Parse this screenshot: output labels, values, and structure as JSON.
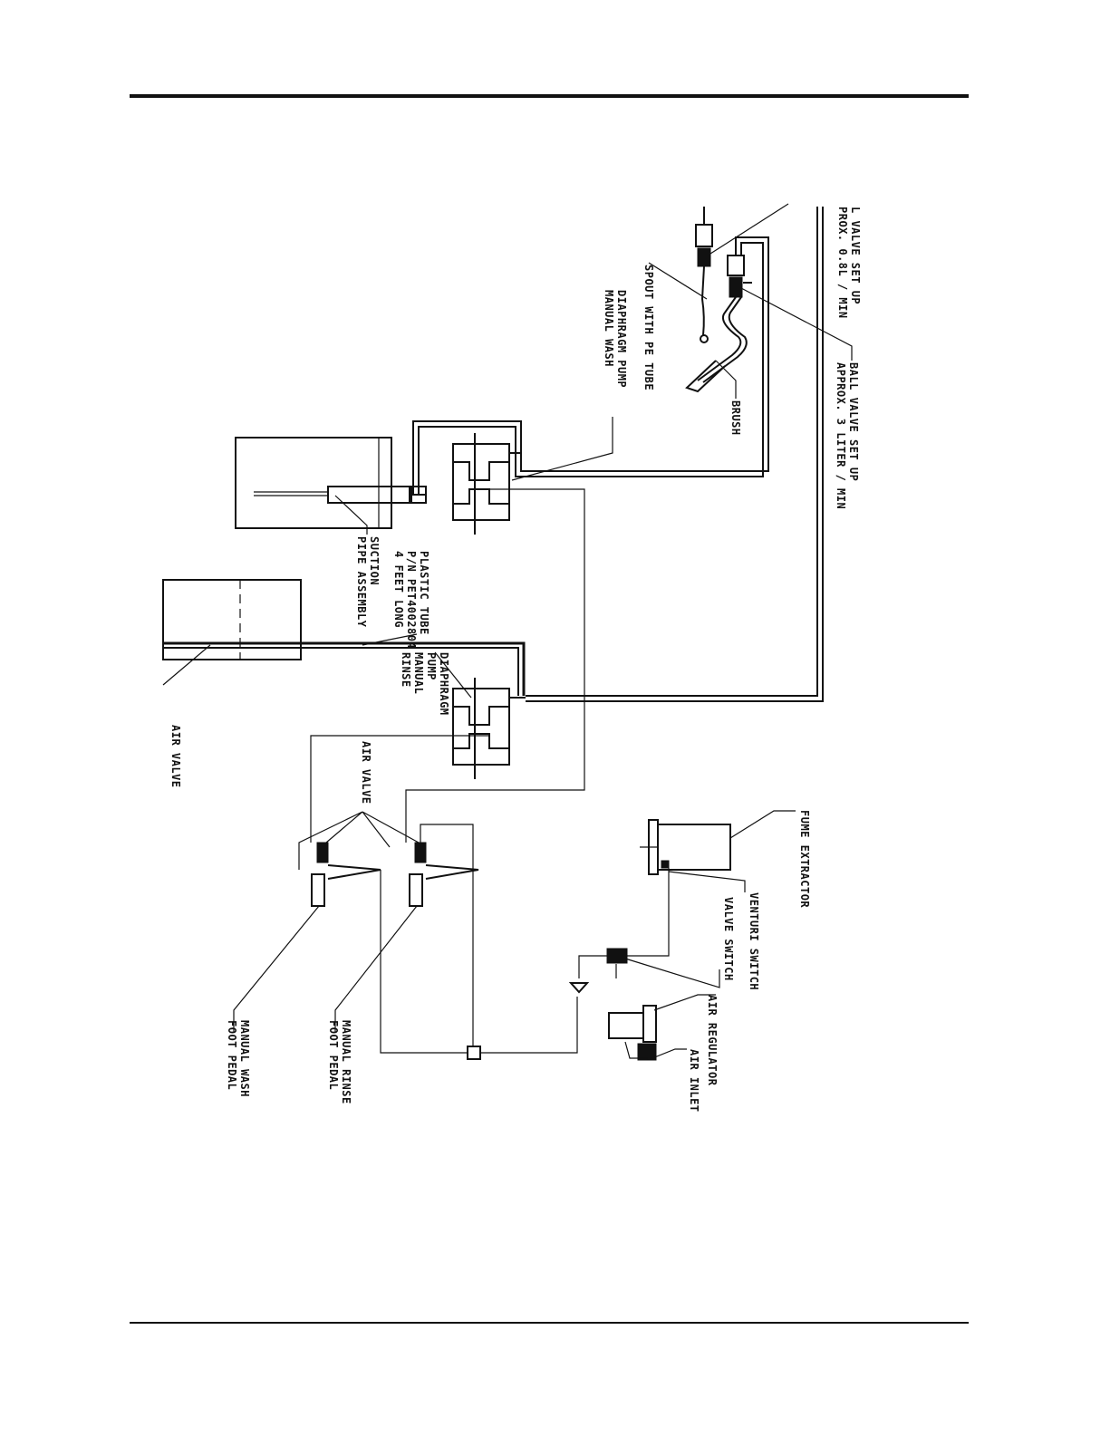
{
  "labels": {
    "ball_valve_top_1": "L VALVE SET UP",
    "ball_valve_top_2": "PROX. 0.8L / MIN",
    "ball_valve_1": "BALL VALVE SET UP",
    "ball_valve_2": "APPROX. 3 LITER / MIN",
    "spout": "SPOUT WITH PE TUBE",
    "brush": "BRUSH",
    "wash_pump_1": "DIAPHRAGM PUMP",
    "wash_pump_2": "MANUAL WASH",
    "suction_1": "SUCTION",
    "suction_2": "PIPE ASSEMBLY",
    "plastic_tube_1": "PLASTIC TUBE",
    "plastic_tube_2": "P/N PET4002804",
    "plastic_tube_3": "4 FEET LONG",
    "rinse_pump_1": "DIAPHRAGM",
    "rinse_pump_2": "PUMP",
    "rinse_pump_3": "MANUAL",
    "rinse_pump_4": "RINSE",
    "air_valve_left": "AIR VALVE",
    "air_valve_mid": "AIR VALVE",
    "fume_extractor": "FUME EXTRACTOR",
    "venturi_switch": "VENTURI SWITCH",
    "valve_switch": "VALVE SWITCH",
    "air_regulator": "AIR REGULATOR",
    "air_inlet": "AIR INLET",
    "wash_pedal_1": "MANUAL WASH",
    "wash_pedal_2": "FOOT PEDAL",
    "rinse_pedal_1": "MANUAL RINSE",
    "rinse_pedal_2": "FOOT PEDAL"
  }
}
